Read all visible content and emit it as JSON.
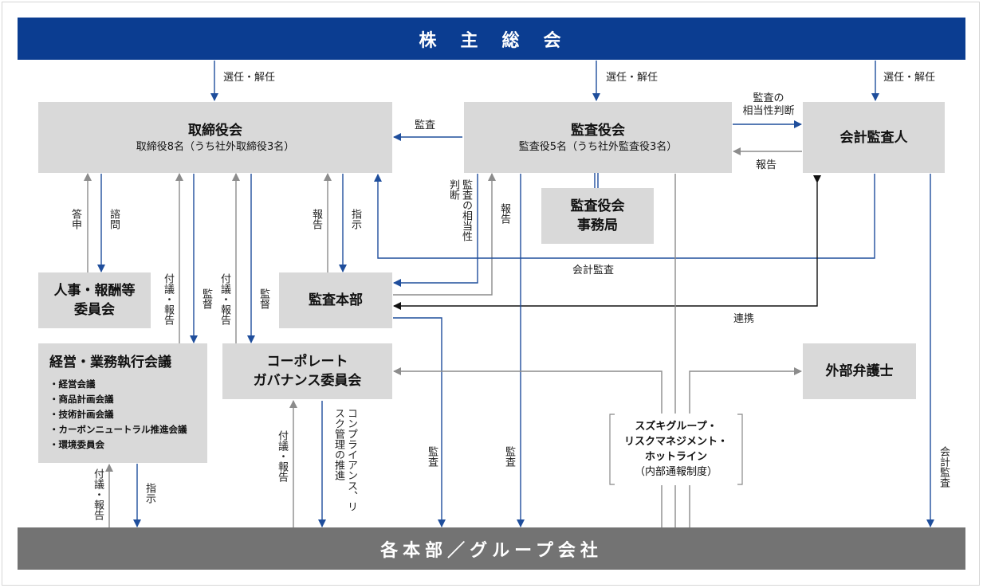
{
  "colors": {
    "navy": "#0b3d91",
    "arrow_blue": "#1f4e9c",
    "arrow_gray": "#8c8c8c",
    "bottom_bar": "#737373",
    "box": "#d9d9d9"
  },
  "top_bar": "株　主　総　会",
  "bottom_bar": "各本部／グループ会社",
  "boxes": {
    "board": {
      "title": "取締役会",
      "sub": "取締役8名（うち社外取締役3名）"
    },
    "audit_board": {
      "title": "監査役会",
      "sub": "監査役5名（うち社外監査役3名）"
    },
    "accounting_auditor": {
      "title": "会計監査人"
    },
    "audit_office": {
      "title": "監査役会",
      "title2": "事務局"
    },
    "hr_committee": {
      "title": "人事・報酬等",
      "title2": "委員会"
    },
    "internal_audit": {
      "title": "監査本部"
    },
    "exec_meeting": {
      "title": "経営・業務執行会議",
      "items": [
        "・経営会議",
        "・商品計画会議",
        "・技術計画会議",
        "・カーボンニュートラル推進会議",
        "・環境委員会"
      ]
    },
    "governance": {
      "title": "コーポレート",
      "title2": "ガバナンス委員会"
    },
    "lawyer": {
      "title": "外部弁護士"
    }
  },
  "hotline": {
    "l1": "スズキグループ・",
    "l2": "リスクマネジメント・",
    "l3": "ホットライン",
    "l4": "（内部通報制度）"
  },
  "labels": {
    "elect1": "選任・解任",
    "elect2": "選任・解任",
    "elect3": "選任・解任",
    "audit_board_to_board": "監査",
    "appropriateness": "監査の\n相当性判断",
    "report_from_auditor": "報告",
    "answer": "答申",
    "consult": "諮問",
    "report_up1": "付議・報告",
    "supervise1": "監督",
    "report_up2": "付議・報告",
    "supervise2": "監督",
    "report_ia": "報告",
    "instruct_ia": "指示",
    "appropriateness_v": "監査の相当性判断",
    "report_v": "報告",
    "accounting_audit_h": "会計監査",
    "cooperation": "連携",
    "report_up3": "付議・報告",
    "instruct2": "指示",
    "report_up4": "付議・報告",
    "compliance": "コンプライアンス、リスク管理の推進",
    "audit_v1": "監査",
    "audit_v2": "監査",
    "accounting_audit_v": "会計監査"
  }
}
